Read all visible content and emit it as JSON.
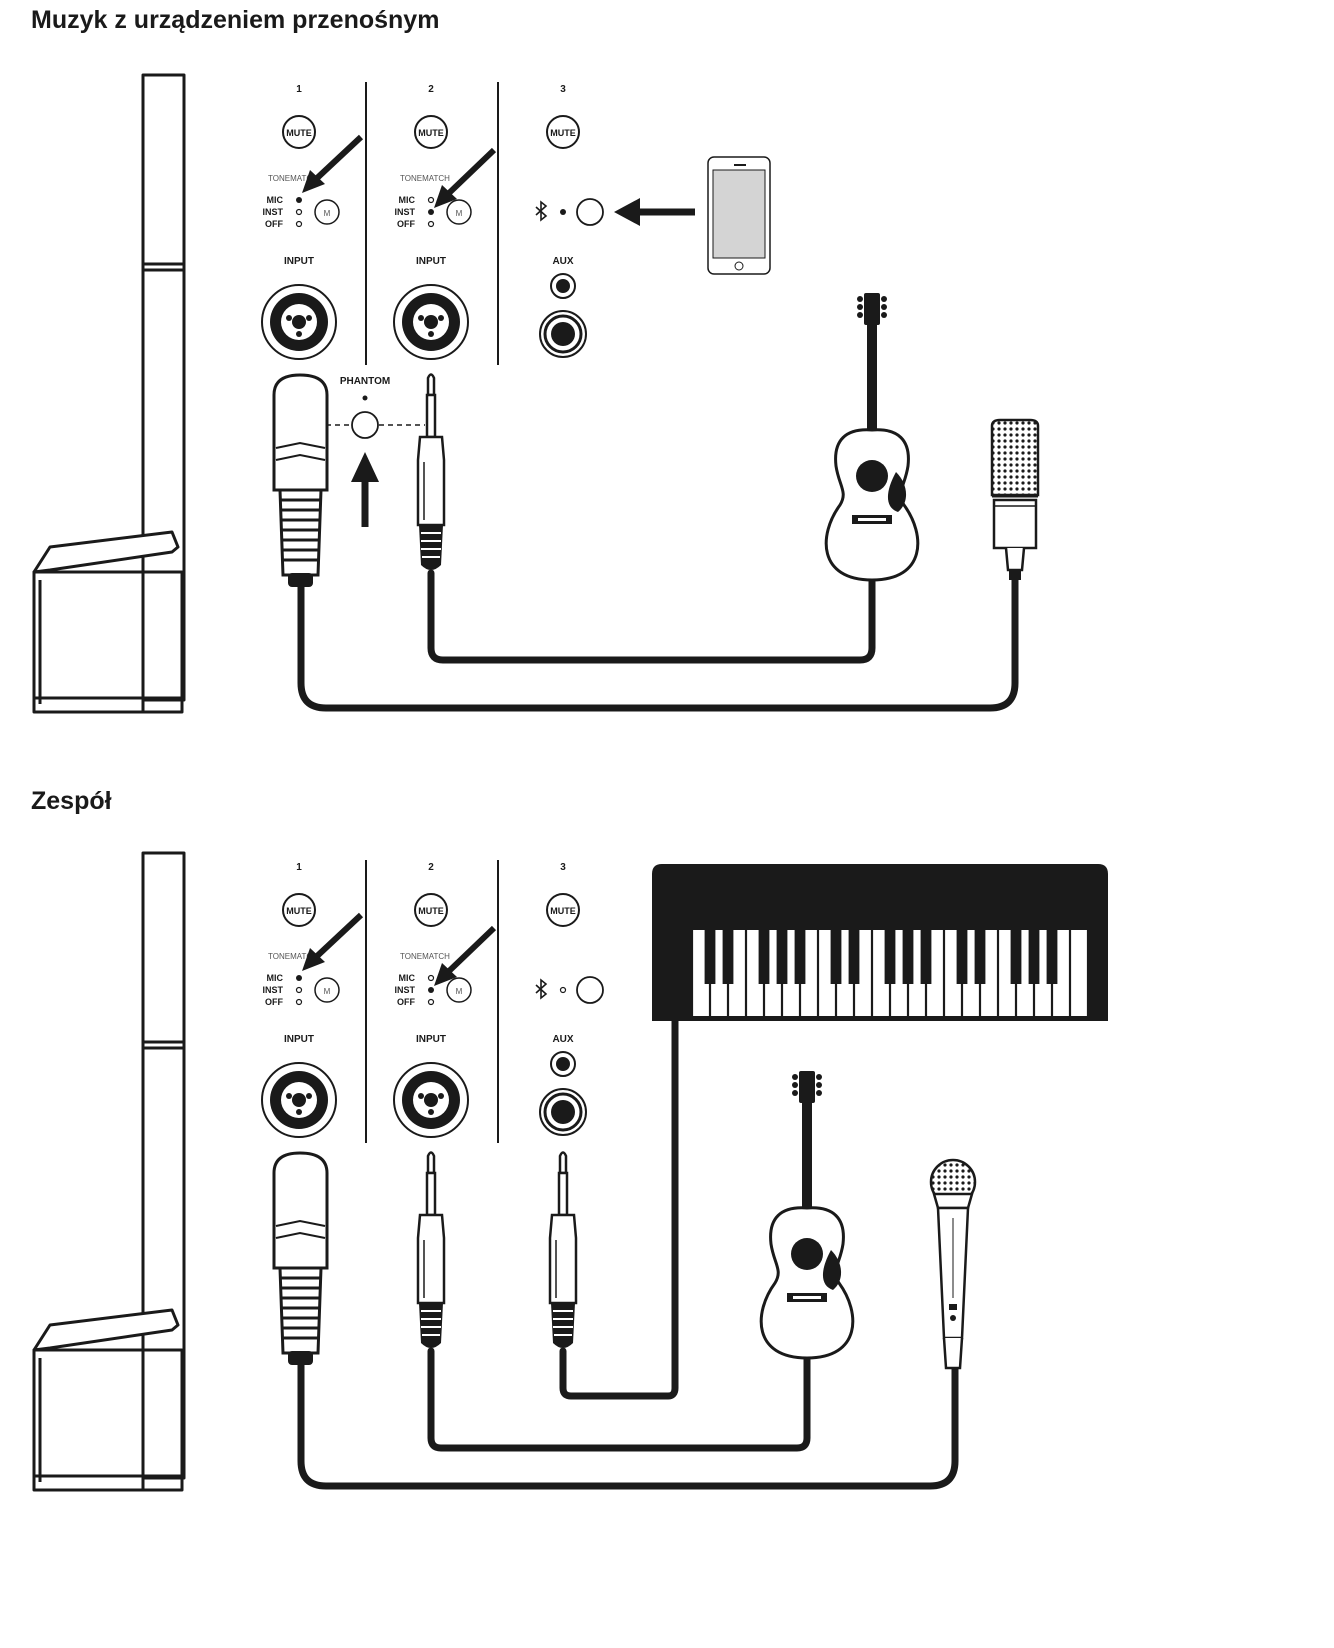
{
  "sections": [
    {
      "title": "Muzyk z urządzeniem przenośnym",
      "channels": [
        {
          "number": "1",
          "mute": "MUTE",
          "tonematch": "TONEMATCH",
          "modes": [
            "MIC",
            "INST",
            "OFF"
          ],
          "input": "INPUT"
        },
        {
          "number": "2",
          "mute": "MUTE",
          "tonematch": "TONEMATCH",
          "modes": [
            "MIC",
            "INST",
            "OFF"
          ],
          "input": "INPUT"
        },
        {
          "number": "3",
          "mute": "MUTE",
          "aux": "AUX"
        }
      ],
      "phantom": "PHANTOM",
      "tonematch_button": "M"
    },
    {
      "title": "Zespół",
      "channels": [
        {
          "number": "1",
          "mute": "MUTE",
          "tonematch": "TONEMATCH",
          "modes": [
            "MIC",
            "INST",
            "OFF"
          ],
          "input": "INPUT"
        },
        {
          "number": "2",
          "mute": "MUTE",
          "tonematch": "TONEMATCH",
          "modes": [
            "MIC",
            "INST",
            "OFF"
          ],
          "input": "INPUT"
        },
        {
          "number": "3",
          "mute": "MUTE",
          "aux": "AUX"
        }
      ],
      "tonematch_button": "M"
    }
  ],
  "colors": {
    "ink": "#1a1a1a",
    "screen": "#d4d4d4"
  }
}
